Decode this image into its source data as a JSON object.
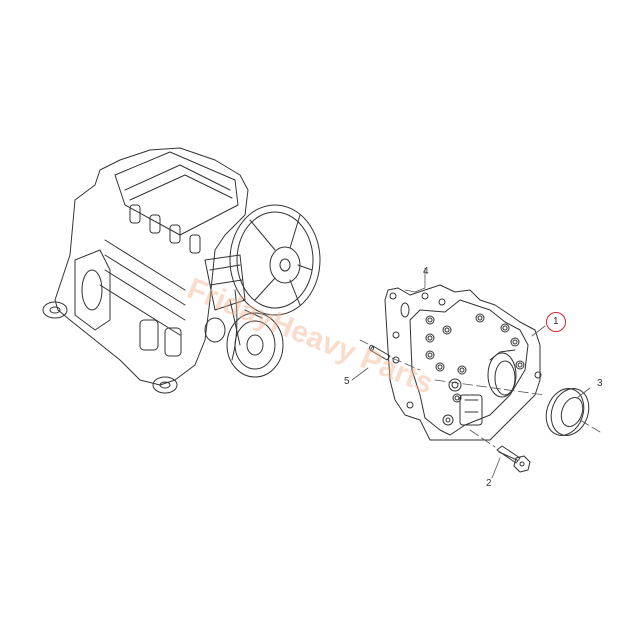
{
  "diagram": {
    "type": "exploded-parts-diagram",
    "subject": "engine with front timing cover / oil pump assembly",
    "watermark": "FridayHeavy Parts",
    "highlight_color": "#d9232d",
    "line_color": "#333333",
    "watermark_color": "#f6b38f",
    "callouts": [
      {
        "id": "1",
        "label": "1",
        "part": "timing cover / oil pump housing",
        "highlighted": true
      },
      {
        "id": "2",
        "label": "2",
        "part": "bolt"
      },
      {
        "id": "3",
        "label": "3",
        "part": "oil seal"
      },
      {
        "id": "4",
        "label": "4",
        "part": "gasket"
      },
      {
        "id": "5",
        "label": "5",
        "part": "dowel pin"
      }
    ]
  }
}
